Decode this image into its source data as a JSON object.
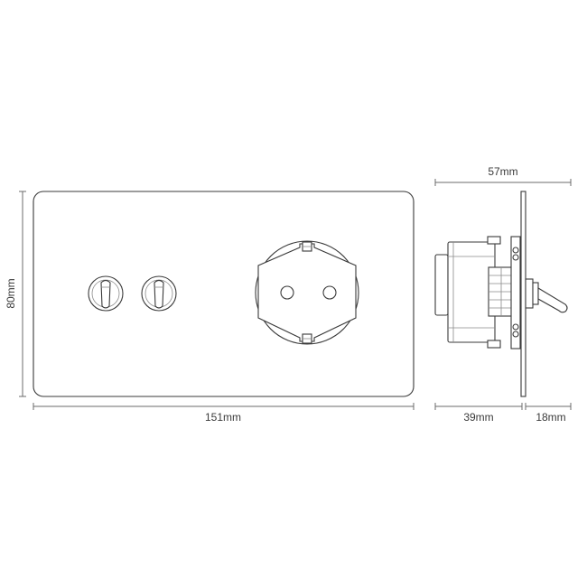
{
  "front_view": {
    "width_label": "151mm",
    "height_label": "80mm",
    "toggle_switches": 2,
    "socket_type": "schuko"
  },
  "side_view": {
    "total_depth_label": "57mm",
    "rear_depth_label": "39mm",
    "front_depth_label": "18mm"
  },
  "colors": {
    "outline": "#3a3a3a",
    "dimension_line": "#6b6b6b",
    "background": "#ffffff"
  }
}
